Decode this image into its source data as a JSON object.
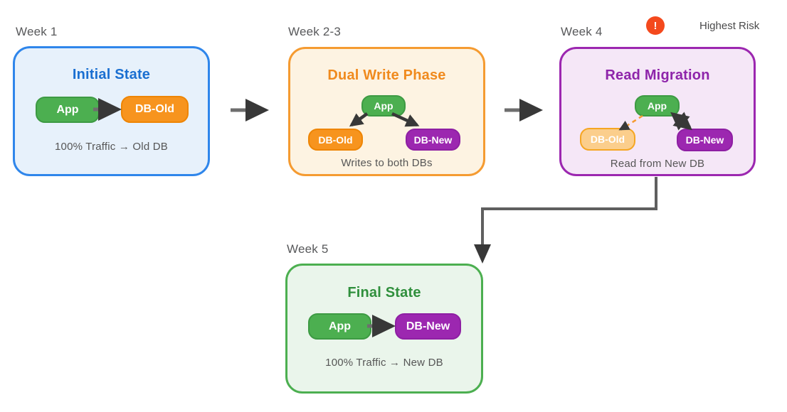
{
  "badge": {
    "icon": "!",
    "label": "Highest Risk"
  },
  "phases": [
    {
      "week": "Week 1",
      "title": "Initial State",
      "caption": "100% Traffic → Old DB",
      "nodes": {
        "app": "App",
        "db_old": "DB-Old"
      }
    },
    {
      "week": "Week 2-3",
      "title": "Dual Write Phase",
      "caption": "Writes to both DBs",
      "nodes": {
        "app": "App",
        "db_old": "DB-Old",
        "db_new": "DB-New"
      }
    },
    {
      "week": "Week 4",
      "title": "Read Migration",
      "caption": "Read from New DB",
      "nodes": {
        "app": "App",
        "db_old": "DB-Old",
        "db_new": "DB-New"
      }
    },
    {
      "week": "Week 5",
      "title": "Final State",
      "caption": "100% Traffic → New DB",
      "nodes": {
        "app": "App",
        "db_new": "DB-New"
      }
    }
  ],
  "colors": {
    "phase1_border": "#2F86EB",
    "phase1_fill": "#E7F1FB",
    "phase1_title": "#1A6FD1",
    "phase2_border": "#F59B31",
    "phase2_fill": "#FDF3E2",
    "phase2_title": "#F08A1D",
    "phase3_border": "#9C27B0",
    "phase3_fill": "#F5E7F7",
    "phase3_title": "#8E24AA",
    "phase4_border": "#4CAF50",
    "phase4_fill": "#EAF5EB",
    "phase4_title": "#2F8F3C",
    "node_app": "#4CAF50",
    "node_db_old": "#F7941E",
    "node_db_new": "#9C27B0",
    "node_db_old_faded": "#FBCE8C",
    "warning_badge": "#F4491D",
    "caption_text": "#565656",
    "arrow": "#383838"
  }
}
